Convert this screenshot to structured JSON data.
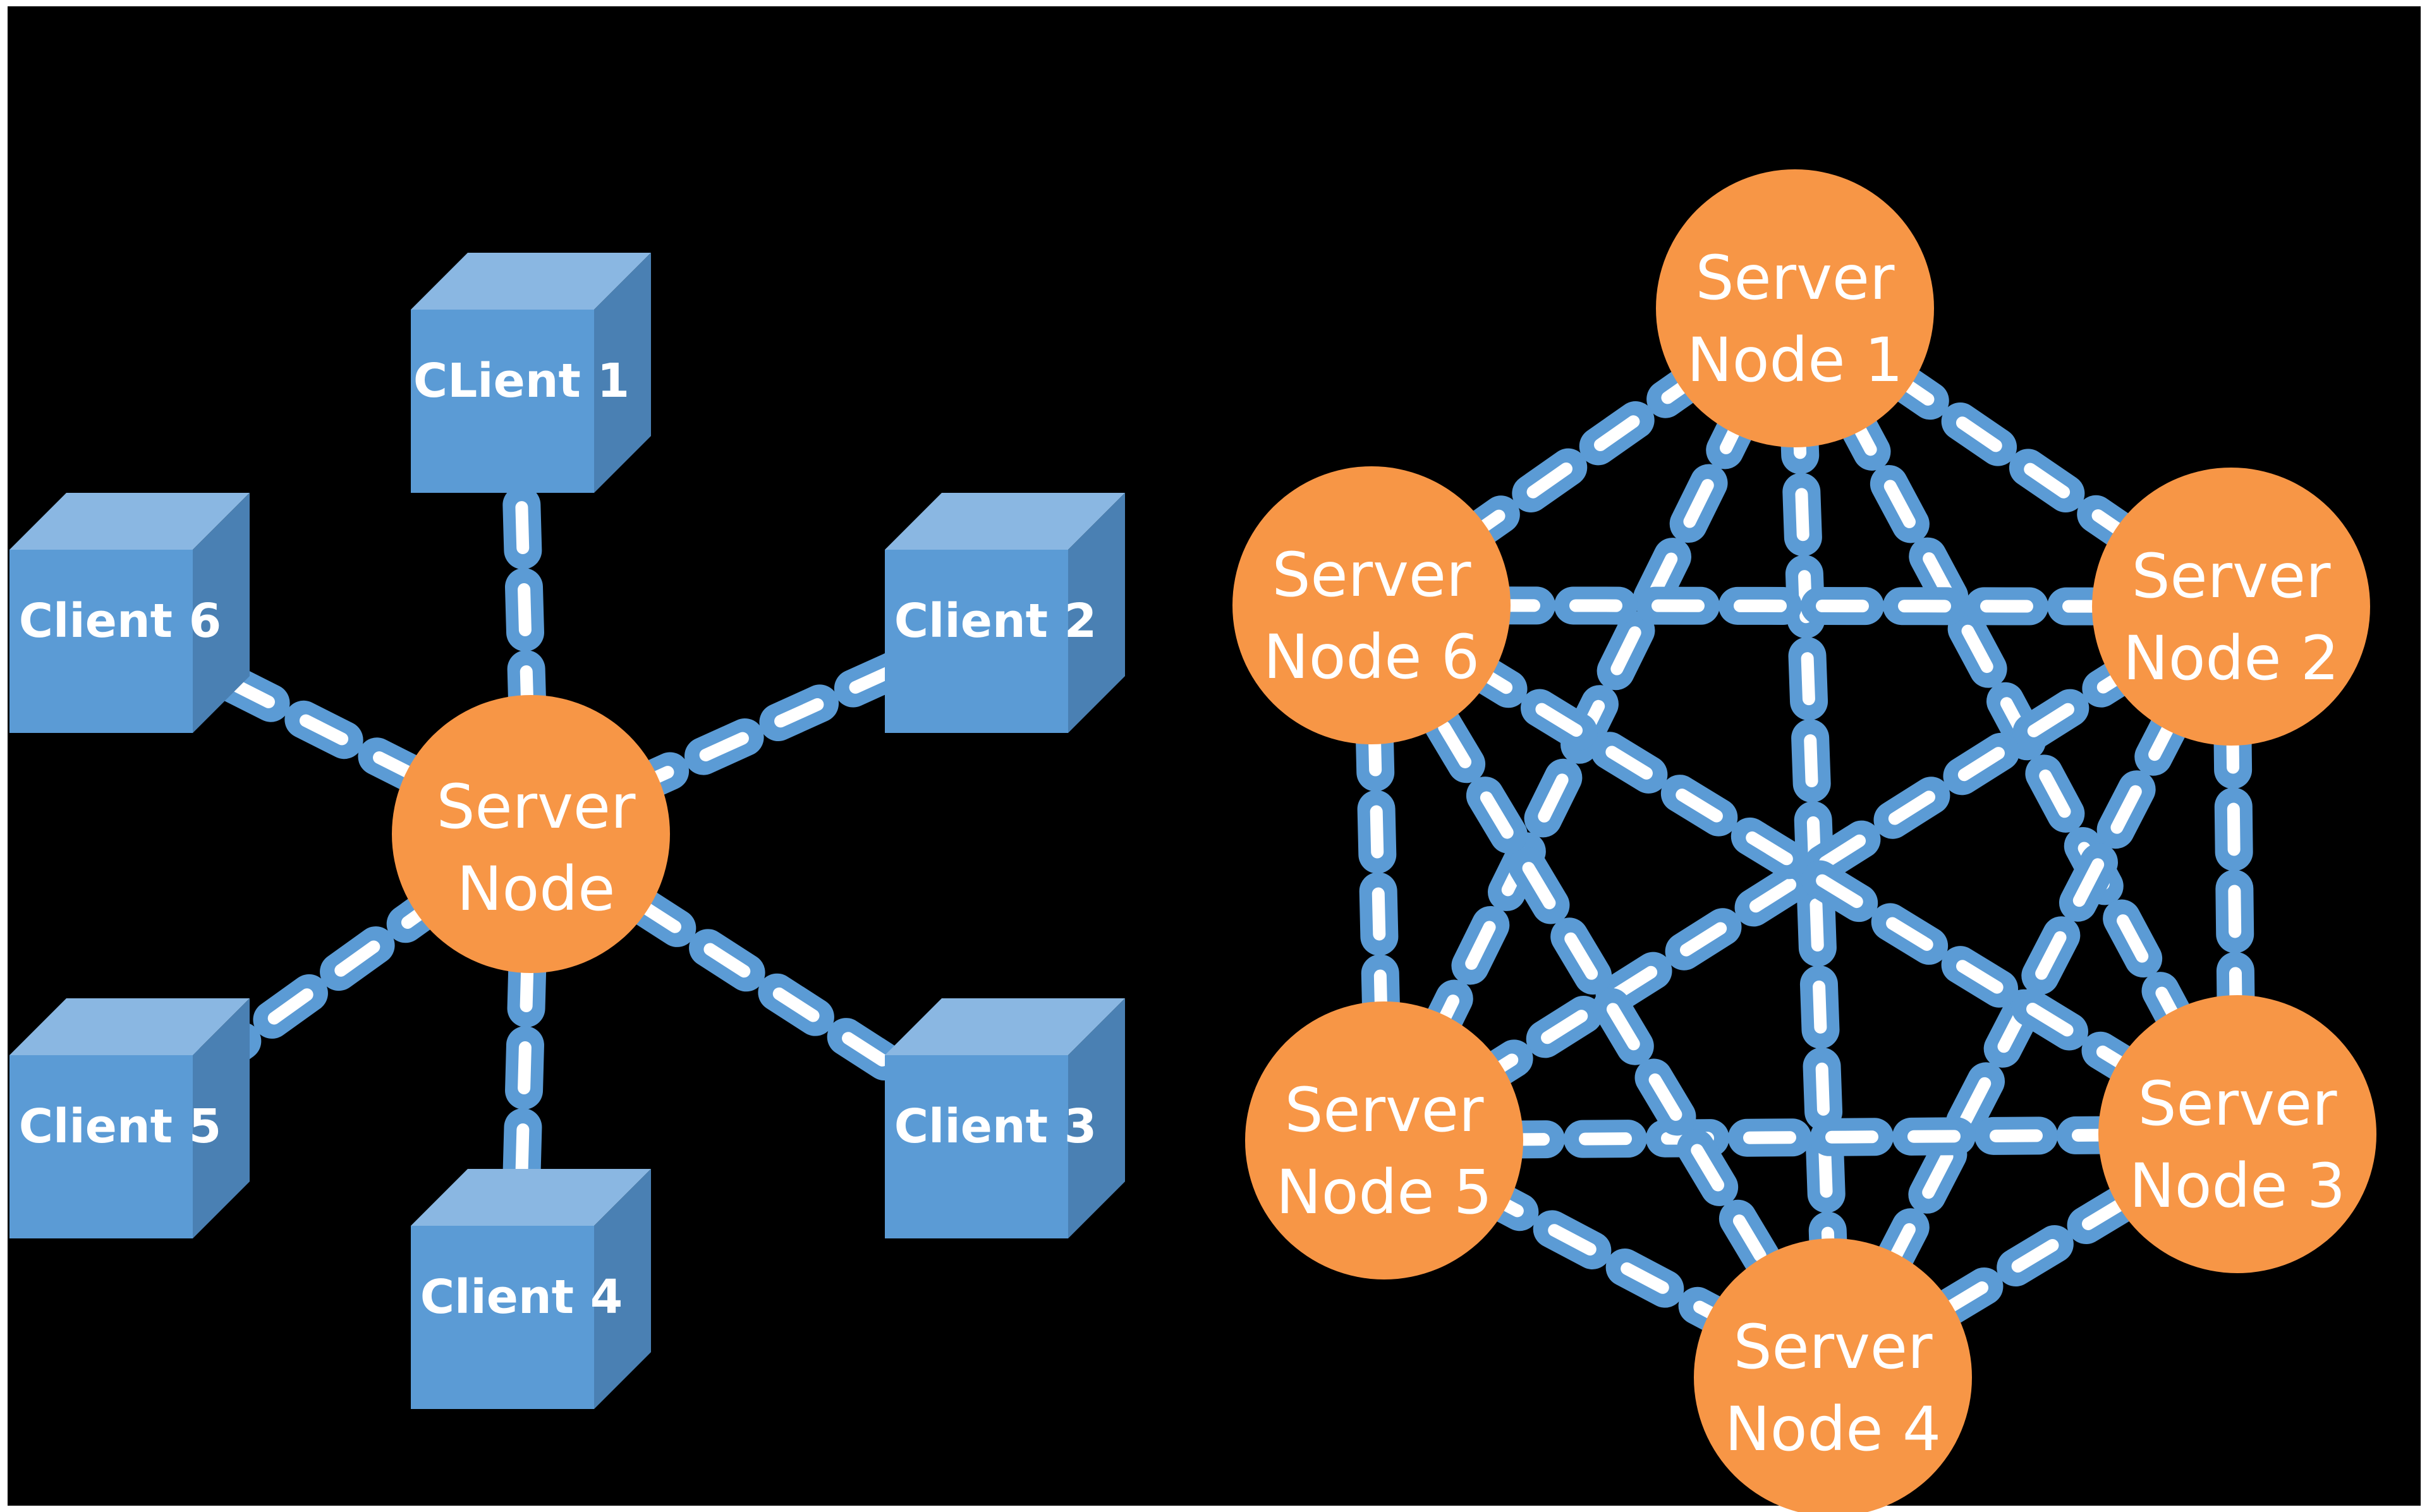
{
  "colors": {
    "background": "#000000",
    "frame": "#ffffff",
    "cube_front": "#5b9bd5",
    "cube_top": "#8ab7e2",
    "cube_side": "#4a80b3",
    "node_fill": "#f79646",
    "chain": "#5b9bd5",
    "label_text": "#ffffff"
  },
  "centralized": {
    "server": {
      "label_line1": "Server",
      "label_line2": "Node"
    },
    "clients": [
      {
        "label": "CLient 1"
      },
      {
        "label": "Client 2"
      },
      {
        "label": "Client 3"
      },
      {
        "label": "Client 4"
      },
      {
        "label": "Client 5"
      },
      {
        "label": "Client 6"
      }
    ]
  },
  "decentralized": {
    "nodes": [
      {
        "label_line1": "Server",
        "label_line2": "Node 1"
      },
      {
        "label_line1": "Server",
        "label_line2": "Node 2"
      },
      {
        "label_line1": "Server",
        "label_line2": "Node 3"
      },
      {
        "label_line1": "Server",
        "label_line2": "Node 4"
      },
      {
        "label_line1": "Server",
        "label_line2": "Node 5"
      },
      {
        "label_line1": "Server",
        "label_line2": "Node 6"
      }
    ]
  },
  "icons": {
    "client": "cube-icon",
    "server": "circle-node-icon",
    "connection": "chain-link-icon"
  }
}
